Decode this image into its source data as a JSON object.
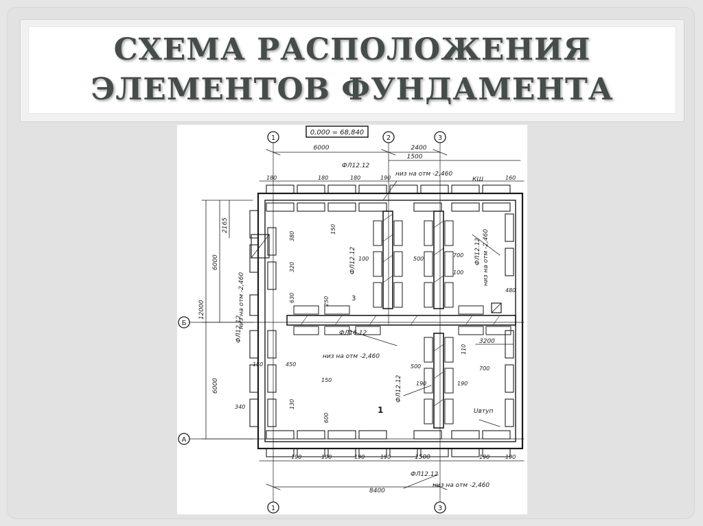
{
  "slide": {
    "title_line1": "СХЕМА РАСПОЛОЖЕНИЯ",
    "title_line2": "ЭЛЕМЕНТОВ ФУНДАМЕНТА"
  },
  "drawing": {
    "elevation_box": "0,000 = 68,840",
    "axis_1": "1",
    "axis_2": "2",
    "axis_3": "3",
    "axis_B": "Б",
    "axis_A": "A",
    "dim_6000": "6000",
    "dim_2400": "2400",
    "dim_1500": "1500",
    "dim_12000": "12000",
    "dim_6000_left_top": "6000",
    "dim_6000_left_bottom": "6000",
    "dim_2165": "2165",
    "dim_8400": "8400",
    "dim_1500_bottom": "1500",
    "dim_3200": "3200",
    "dim_480": "480",
    "dim_700": "700",
    "dim_340": "340",
    "dim_250": "250",
    "dim_450": "450",
    "dim_500": "500",
    "dim_190": "190",
    "dim_180": "180",
    "dim_160": "160",
    "dim_100": "100",
    "dim_150": "150",
    "dim_110": "110",
    "dim_130": "130",
    "dim_320": "320",
    "dim_380": "380",
    "dim_630": "630",
    "dim_600": "600",
    "label_fl1212_top": "ФЛ12.12",
    "label_fl1212_left": "ФЛ12.12",
    "label_fl1212_center": "ФЛ12.12",
    "label_fl1212_right": "ФЛ12.12",
    "label_fl1212_lower": "ФЛ12.12",
    "label_fl1212_bottom": "ФЛ12.12",
    "label_fl1612": "ФЛ16.12",
    "label_niz_top": "низ на отм -2,460",
    "label_niz_left": "низ на отм -2,460",
    "label_niz_right": "низ на отм -2,460",
    "label_niz_center": "низ на отм -2,460",
    "label_niz_bottom": "низ на отм -2,460",
    "label_vystup": "Uвтуп",
    "label_ksh": "КШ",
    "section_1": "1",
    "section_3": "3"
  }
}
